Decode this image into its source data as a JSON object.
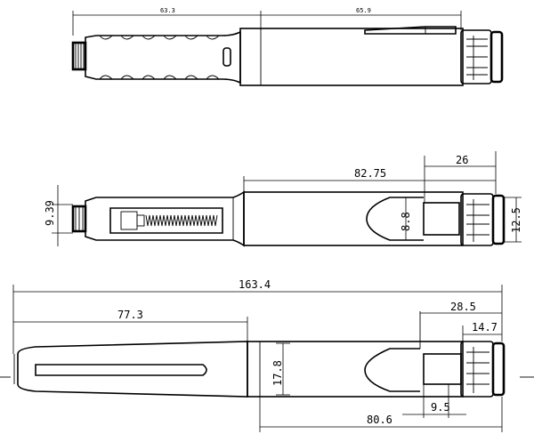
{
  "views": {
    "top": {
      "dims": {
        "left_length": "63.3",
        "right_length": "65.9"
      }
    },
    "middle": {
      "dims": {
        "cap_length": "82.75",
        "window_length": "26",
        "tip_diameter": "9.39",
        "window_height": "8.8",
        "knob_diameter": "12.5"
      }
    },
    "bottom": {
      "dims": {
        "total_length": "163.4",
        "cap_length": "77.3",
        "window_section": "28.5",
        "knob_length": "14.7",
        "body_diameter": "17.8",
        "body_length": "80.6",
        "window_width": "9.5"
      }
    }
  }
}
